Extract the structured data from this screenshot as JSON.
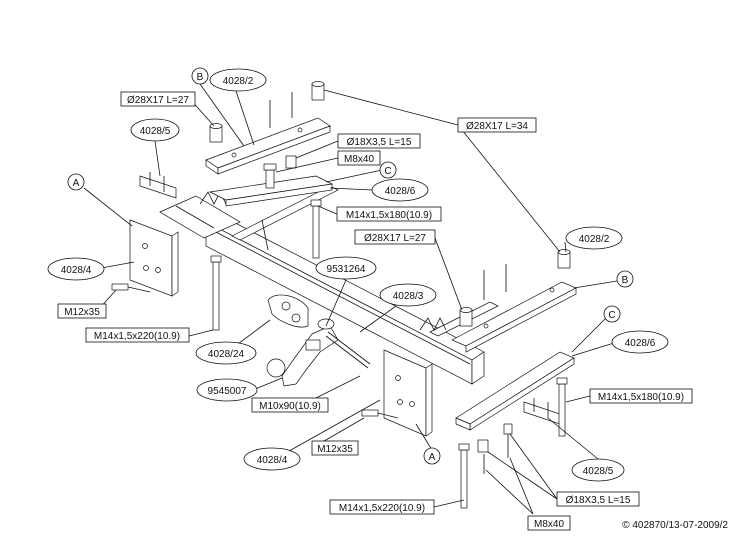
{
  "labels": {
    "b_top": "B",
    "part_4028_2_top": "4028/2",
    "spacer_28x17_l27_top": "Ø28X17 L=27",
    "part_4028_5_left": "4028/5",
    "spacer_28x17_l34": "Ø28X17 L=34",
    "spacer_18x3_l15_top": "Ø18X3,5 L=15",
    "bolt_m8x40_top": "M8x40",
    "c_top": "C",
    "part_4028_6_top": "4028/6",
    "a_left": "A",
    "bolt_m14_180_top": "M14x1,5x180(10.9)",
    "spacer_28x17_l27_mid": "Ø28X17 L=27",
    "part_4028_2_right": "4028/2",
    "part_4028_4_left": "4028/4",
    "part_9531264": "9531264",
    "b_right": "B",
    "bolt_m12x35_left": "M12x35",
    "part_4028_3": "4028/3",
    "bolt_m14_220_left": "M14x1,5x220(10.9)",
    "c_right": "C",
    "part_4028_6_right": "4028/6",
    "part_4028_24": "4028/24",
    "part_9545007": "9545007",
    "bolt_m14_180_right": "M14x1,5x180(10.9)",
    "bolt_m10x90": "M10x90(10.9)",
    "part_4028_4_bottom": "4028/4",
    "bolt_m12x35_bottom": "M12x35",
    "a_bottom": "A",
    "part_4028_5_right": "4028/5",
    "spacer_18x3_l15_bottom": "Ø18X3,5 L=15",
    "bolt_m14_220_bottom": "M14x1,5x220(10.9)",
    "bolt_m8x40_bottom": "M8x40",
    "copyright": "© 402870/13-07-2009/2"
  }
}
